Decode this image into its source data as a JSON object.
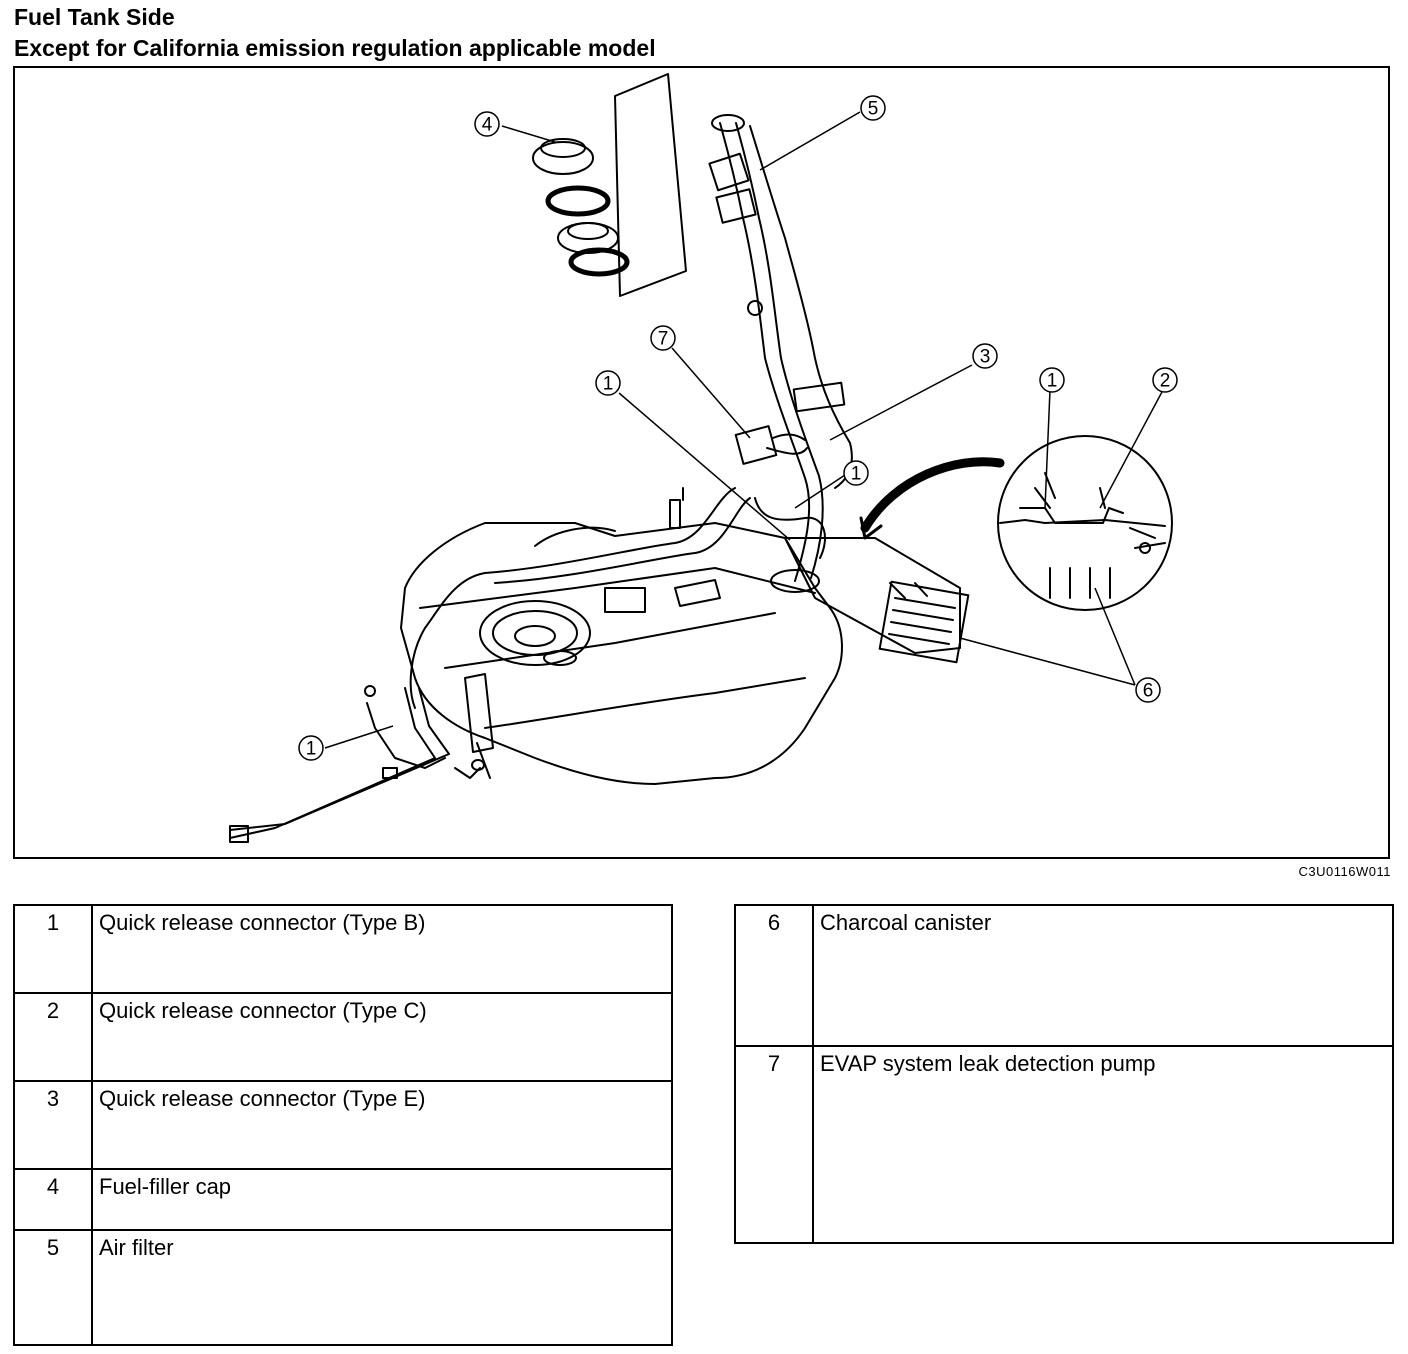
{
  "header": {
    "title": "Fuel Tank Side",
    "subtitle": "Except for California emission regulation applicable model"
  },
  "figure": {
    "code": "C3U0116W011",
    "callouts": [
      "4",
      "5",
      "7",
      "1",
      "3",
      "1",
      "2",
      "1",
      "6",
      "1"
    ]
  },
  "parts_left": [
    {
      "num": "1",
      "name": "Quick release connector (Type B)"
    },
    {
      "num": "2",
      "name": "Quick release connector (Type C)"
    },
    {
      "num": "3",
      "name": "Quick release connector (Type E)"
    },
    {
      "num": "4",
      "name": "Fuel-filler cap"
    },
    {
      "num": "5",
      "name": "Air filter"
    }
  ],
  "parts_right": [
    {
      "num": "6",
      "name": "Charcoal canister"
    },
    {
      "num": "7",
      "name": "EVAP system leak detection pump"
    }
  ]
}
